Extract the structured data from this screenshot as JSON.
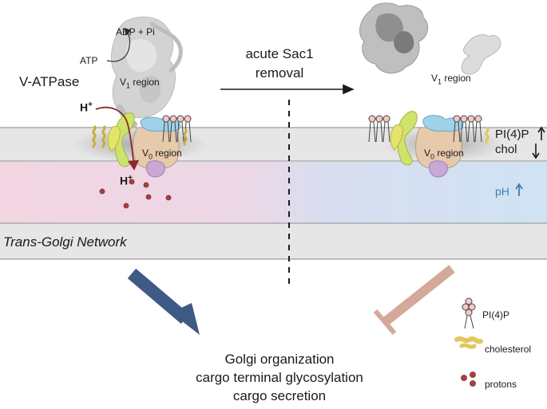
{
  "labels": {
    "v_atpase": "V-ATPase",
    "adp_pi": "ADP + Pi",
    "atp": "ATP",
    "v1_region_left": "V",
    "v1_sub": "1",
    "v1_suffix": " region",
    "v0_region_left": "V",
    "v0_sub": "0",
    "v0_suffix": " region",
    "h_plus_top": "H",
    "h_plus_bottom": "H",
    "plus": "+",
    "acute_line1": "acute Sac1",
    "acute_line2": "removal",
    "pi4p_right": "PI(4)P",
    "chol_right": "chol",
    "ph": "pH",
    "tgn": "Trans-Golgi Network",
    "outcome_1": "Golgi organization",
    "outcome_2": "cargo terminal glycosylation",
    "outcome_3": "cargo secretion"
  },
  "legend": {
    "pi4p": "PI(4)P",
    "cholesterol": "cholesterol",
    "protons": "protons"
  },
  "colors": {
    "membrane": "#e6e6e6",
    "lumen_left": "#f2d6e2",
    "lumen_right": "#cfe3f3",
    "arrow_positive": "#3e5a85",
    "inhibit": "#d4a99c",
    "proton": "#a9413e",
    "h_arrow": "#8b2a2a",
    "ph_text": "#3d7fb8"
  }
}
